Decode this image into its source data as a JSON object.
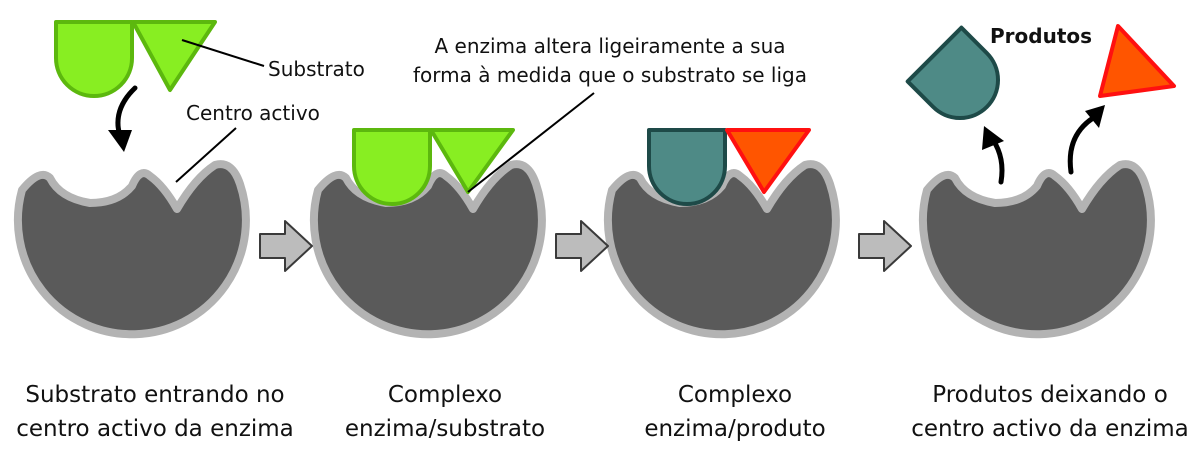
{
  "labels": {
    "substrate": "Substrato",
    "active_site": "Centro activo",
    "induced_fit_line1": "A enzima altera ligeiramente a sua",
    "induced_fit_line2": "forma à medida que o substrato se liga",
    "products": "Produtos"
  },
  "captions": [
    {
      "line1": "Substrato entrando no",
      "line2": "centro activo da enzima"
    },
    {
      "line1": "Complexo",
      "line2": "enzima/substrato"
    },
    {
      "line1": "Complexo",
      "line2": "enzima/produto"
    },
    {
      "line1": "Produtos deixando o",
      "line2": "centro activo da enzima"
    }
  ],
  "colors": {
    "enzyme_fill": "#5a5a5a",
    "enzyme_outline": "#b3b3b3",
    "substrate_fill": "#88ee22",
    "substrate_outline": "#5cb80e",
    "product_round_fill": "#4e8a86",
    "product_round_outline": "#1e4a48",
    "product_triangle_fill": "#ff5500",
    "product_triangle_outline": "#ff1010",
    "arrow_fill": "#bcbcbc",
    "arrow_outline": "#3a3a3a"
  }
}
